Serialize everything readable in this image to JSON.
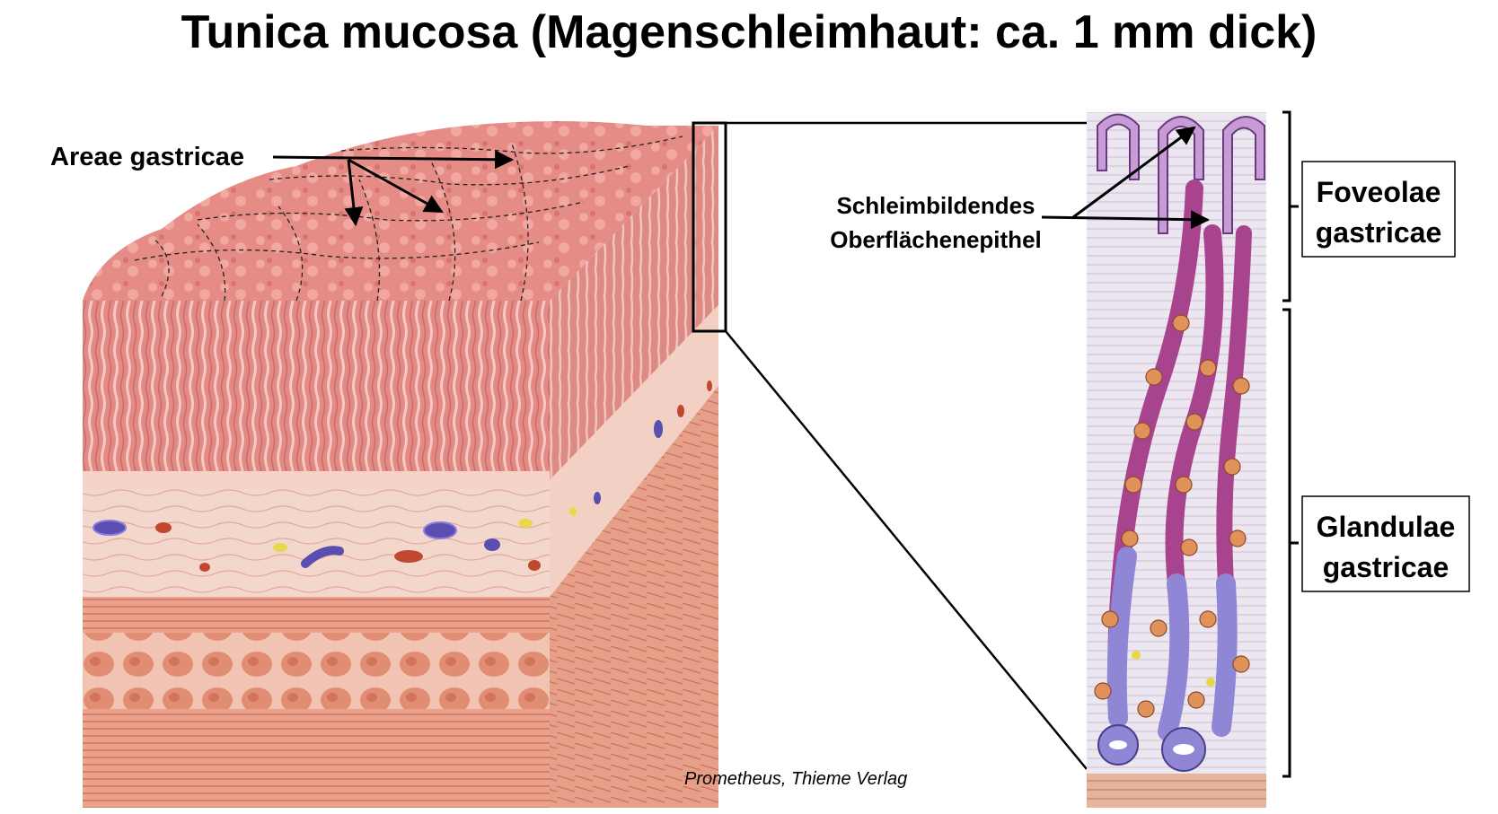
{
  "title": "Tunica mucosa (Magenschleimhaut: ca. 1 mm dick)",
  "labels": {
    "areae": "Areae gastricae",
    "schleim_line1": "Schleimbildendes",
    "schleim_line2": "Oberflächenepithel",
    "foveolae_line1": "Foveolae",
    "foveolae_line2": "gastricae",
    "glandulae_line1": "Glandulae",
    "glandulae_line2": "gastricae"
  },
  "credit": "Prometheus, Thieme Verlag",
  "colors": {
    "mucosa": "#e48a84",
    "mucosa_dark": "#c96a66",
    "submucosa": "#f3d6cc",
    "muscle": "#e8a08a",
    "muscle_dark": "#d2735c",
    "vessel_blue": "#5a4fb0",
    "vessel_red": "#c0482e",
    "gland_purple": "#b04a9a",
    "gland_lilac": "#9a8fd8",
    "parietal_orange": "#e0925a"
  }
}
